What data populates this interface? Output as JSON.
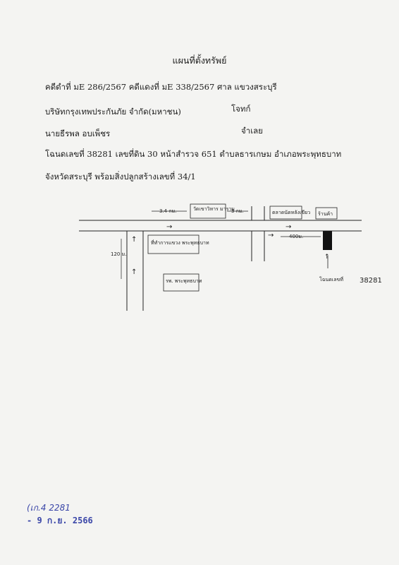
{
  "document": {
    "title": "แผนที่ตั้งทรัพย์",
    "case_line": "คดีดำที่ มE 286/2567   คดีแดงที่ มE 338/2567   ศาล แขวงสระบุรี",
    "plaintiff_name": "บริษัทกรุงเทพประกันภัย จำกัด(มหาชน)",
    "plaintiff_role": "โจทก์",
    "defendant_name": "นายธีรพล  อบเพ็ชร",
    "defendant_role": "จำเลย",
    "deed_line": "โฉนดเลขที่ 38281  เลขที่ดิน 30 หน้าสำรวจ 651  ตำบลธารเกษม  อำเภอพระพุทธบาท",
    "province_line": "จังหวัดสระบุรี  พร้อมสิ่งปลูกสร้างเลขที่ 34/1"
  },
  "map": {
    "dist_left": "3.4 กม.",
    "temple_label": "วัดเขาวิหาร มาราม",
    "dist_mid": "3 กม.",
    "box_right1": "ตลาดนัดหลังเขียว",
    "shop_label": "ร้านค้า",
    "dist_400": "400ม.",
    "side_dist": "120 ม.",
    "office_label": "ที่ทำการแขวง พระพุทธบาท",
    "lower_box": "รพ. พระพุทธบาท",
    "deed_label": "โฉนดเลขที่",
    "deed_number": "38281"
  },
  "stamp": {
    "line1": "(เก.4 2281",
    "line2": "- 9 ก.ย. 2566"
  }
}
